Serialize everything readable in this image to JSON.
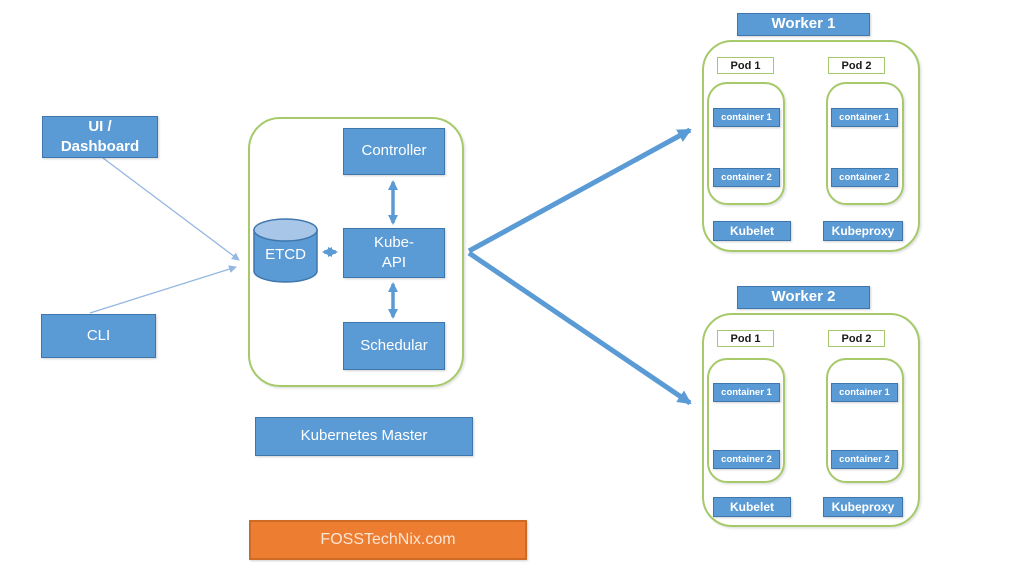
{
  "colors": {
    "box_blue": "#5b9bd5",
    "box_blue_border": "#3f76ab",
    "cylinder_top": "#a8c6e8",
    "green_border": "#a6c96a",
    "thin_arrow": "#95b7e3",
    "thick_arrow": "#5b9bd5",
    "orange": "#ed7d31",
    "orange_border": "#cf6a25",
    "pod_label_text": "#1a1a1a"
  },
  "left_panel": {
    "ui_dashboard_line1": "UI /",
    "ui_dashboard_line2": "Dashboard",
    "cli": "CLI"
  },
  "master": {
    "controller": "Controller",
    "etcd": "ETCD",
    "kube_api_line1": "Kube-",
    "kube_api_line2": "API",
    "schedular": "Schedular",
    "label": "Kubernetes Master"
  },
  "workers": [
    {
      "title": "Worker 1",
      "pods": [
        {
          "label": "Pod 1",
          "containers": [
            "container 1",
            "container 2"
          ]
        },
        {
          "label": "Pod 2",
          "containers": [
            "container 1",
            "container 2"
          ]
        }
      ],
      "kubelet": "Kubelet",
      "kubeproxy": "Kubeproxy"
    },
    {
      "title": "Worker 2",
      "pods": [
        {
          "label": "Pod 1",
          "containers": [
            "container 1",
            "container 2"
          ]
        },
        {
          "label": "Pod 2",
          "containers": [
            "container 1",
            "container 2"
          ]
        }
      ],
      "kubelet": "Kubelet",
      "kubeproxy": "Kubeproxy"
    }
  ],
  "footer": {
    "brand": "FOSSTechNix.com"
  }
}
